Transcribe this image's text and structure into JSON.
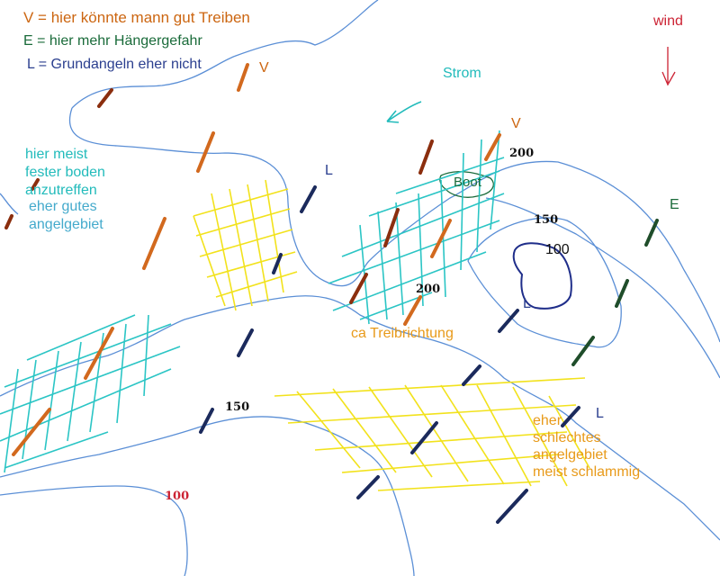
{
  "legend": {
    "v_text": "V = hier könnte mann gut Treiben",
    "e_text": "E = hier mehr Hängergefahr",
    "l_text": "L = Grundangeln eher nicht"
  },
  "labels": {
    "wind": "wind",
    "strom": "Strom",
    "v1": "V",
    "v2": "V",
    "l1": "L",
    "l2": "L",
    "l3": "L",
    "e1": "E",
    "boot": "Boot",
    "drift": "ca Treibrichtung",
    "good_area": [
      "hier meist",
      "fester boden",
      "anzutreffen"
    ],
    "good_area2": [
      "eher gutes",
      "angelgebiet"
    ],
    "bad_area": [
      "eher",
      "schlechtes",
      "angelgebiet",
      "meist schlammig"
    ]
  },
  "depths": {
    "d200a": "200",
    "d200b": "200",
    "d150a": "150",
    "d150b": "150",
    "d100a": "100",
    "d100b": "100"
  },
  "colors": {
    "contour": "#5b8fd6",
    "v_marker": "#d2691e",
    "v_dark": "#8b2e0e",
    "l_marker": "#1b2a5c",
    "e_marker": "#1f4d2a",
    "yellow_hatch": "#f2e21c",
    "cyan_hatch": "#2bc5c5",
    "legend_v": "#cc6611",
    "legend_e": "#1a6b3a",
    "legend_l": "#2b3f8f",
    "wind": "#cc2233",
    "strom": "#22bbbb",
    "drift": "#e89a1a"
  }
}
